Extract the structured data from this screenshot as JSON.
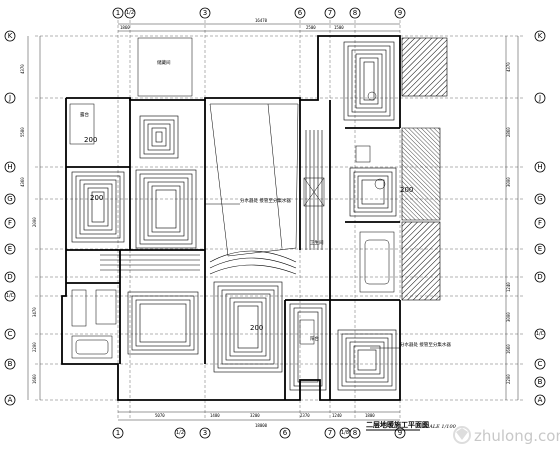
{
  "drawing": {
    "title": "二层地暖施工平面图",
    "scale": "SCALE 1/100",
    "watermark": "zhulong.com",
    "top_axes": [
      "1",
      "1/2",
      "3",
      "6",
      "7",
      "8",
      "9"
    ],
    "bottom_axes": [
      "1",
      "1/2",
      "3",
      "6",
      "7",
      "1/8",
      "8",
      "9"
    ],
    "left_axes": [
      "K",
      "J",
      "H",
      "G",
      "F",
      "E",
      "D",
      "1/C",
      "C",
      "B",
      "A"
    ],
    "right_axes": [
      "K",
      "J",
      "H",
      "G",
      "F",
      "E",
      "D",
      "1/C",
      "C",
      "B",
      "A"
    ],
    "top_dims": [
      "1860",
      "16470",
      "2500",
      "1500"
    ],
    "bottom_dims": [
      "5070",
      "1480",
      "3200",
      "2370",
      "1240",
      "1800",
      "18000"
    ],
    "left_dims": [
      "4370",
      "5580",
      "4360",
      "2000",
      "3470",
      "2200",
      "1660"
    ],
    "right_dims": [
      "4370",
      "2860",
      "3000",
      "1240",
      "3000",
      "1660",
      "2200"
    ],
    "room_labels": [
      "露台",
      "储藏间",
      "卫生间",
      "阳台"
    ],
    "area_labels": [
      "200",
      "200",
      "200",
      "200"
    ],
    "notes": [
      "分水器处  接管至分集水器",
      "分水器处  接管至分集水器"
    ],
    "hatch_color": "#000000"
  }
}
